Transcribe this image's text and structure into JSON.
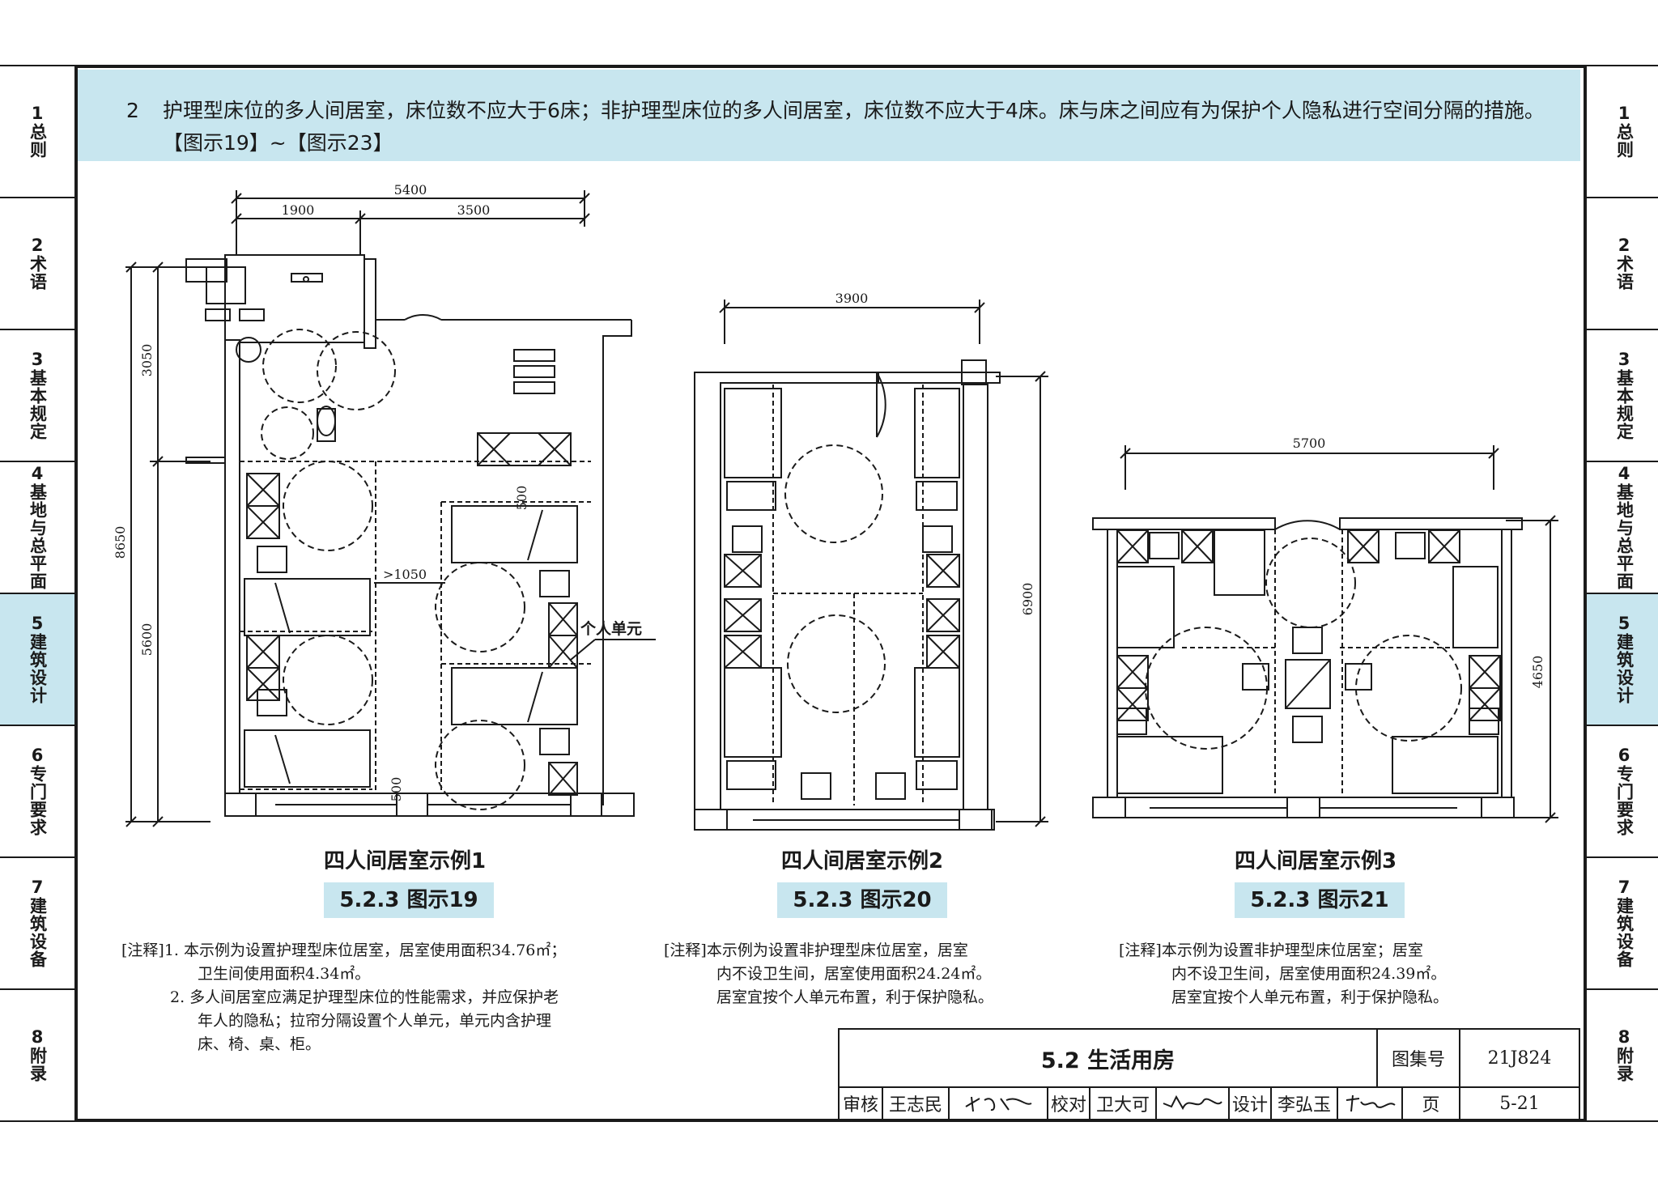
{
  "nav": [
    {
      "num": "1",
      "label": "总则"
    },
    {
      "num": "2",
      "label": "术语"
    },
    {
      "num": "3",
      "label": "基本规定"
    },
    {
      "num": "4",
      "label": "基地与总平面"
    },
    {
      "num": "5",
      "label": "建筑设计",
      "active": true
    },
    {
      "num": "6",
      "label": "专门要求"
    },
    {
      "num": "7",
      "label": "建筑设备"
    },
    {
      "num": "8",
      "label": "附录"
    }
  ],
  "header": {
    "number": "2",
    "text": "护理型床位的多人间居室，床位数不应大于6床；非护理型床位的多人间居室，床位数不应大于4床。床与床之间应有为保护个人隐私进行空间分隔的措施。【图示19】~【图示23】"
  },
  "plan1": {
    "dim_total": "5400",
    "dim_a": "1900",
    "dim_b": "3500",
    "dim_v_total": "8650",
    "dim_v_top": "3050",
    "dim_v_bottom": "5600",
    "dim_aisle": ">1050",
    "dim_clear_top": "500",
    "dim_clear_bottom": "500",
    "label_unit": "个人单元"
  },
  "plan2": {
    "dim_w": "3900",
    "dim_h": "6900"
  },
  "plan3": {
    "dim_w": "5700",
    "dim_h": "4650"
  },
  "figures": [
    {
      "caption": "四人间居室示例1",
      "tag": "5.2.3 图示19"
    },
    {
      "caption": "四人间居室示例2",
      "tag": "5.2.3 图示20"
    },
    {
      "caption": "四人间居室示例3",
      "tag": "5.2.3 图示21"
    }
  ],
  "notes": {
    "n1_prefix": "[注释]",
    "n1_l1": "1. 本示例为设置护理型床位居室，居室使用面积34.76㎡；",
    "n1_l2": "卫生间使用面积4.34㎡。",
    "n1_l3": "2. 多人间居室应满足护理型床位的性能需求，并应保护老",
    "n1_l4": "年人的隐私；拉帘分隔设置个人单元，单元内含护理",
    "n1_l5": "床、椅、桌、柜。",
    "n2_l1": "[注释]本示例为设置非护理型床位居室，居室",
    "n2_l2": "内不设卫生间，居室使用面积24.24㎡。",
    "n2_l3": "居室宜按个人单元布置，利于保护隐私。",
    "n3_l1": "[注释]本示例为设置非护理型床位居室；居室",
    "n3_l2": "内不设卫生间，居室使用面积24.39㎡。",
    "n3_l3": "居室宜按个人单元布置，利于保护隐私。"
  },
  "titleblock": {
    "title": "5.2 生活用房",
    "atlas_label": "图集号",
    "atlas_value": "21J824",
    "review_label": "审核",
    "review_name": "王志民",
    "check_label": "校对",
    "check_name": "卫大可",
    "design_label": "设计",
    "design_name": "李弘玉",
    "page_label": "页",
    "page_value": "5-21"
  },
  "colors": {
    "accent": "#c8e6ef",
    "ink": "#1a1a1a"
  }
}
